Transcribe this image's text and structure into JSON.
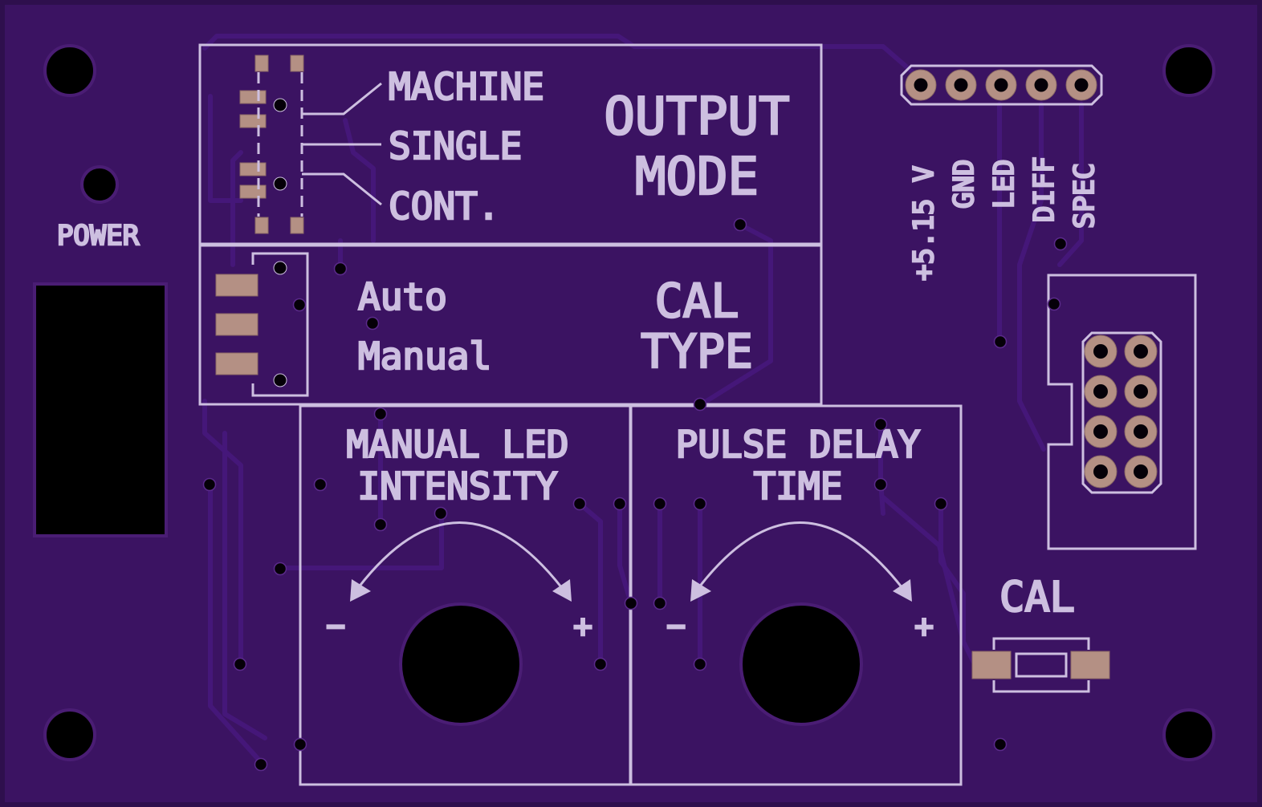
{
  "board": {
    "colors": {
      "substrate": "#3b1362",
      "silkscreen": "#cdbfe0",
      "copper_pad": "#b49084",
      "hole": "#000000",
      "trace": "#46177a"
    },
    "labels": {
      "power": "POWER",
      "output_mode_line1": "OUTPUT",
      "output_mode_line2": "MODE",
      "mode_machine": "MACHINE",
      "mode_single": "SINGLE",
      "mode_cont": "CONT.",
      "cal_type_line1": "CAL",
      "cal_type_line2": "TYPE",
      "cal_auto": "Auto",
      "cal_manual": "Manual",
      "led_line1": "MANUAL LED",
      "led_line2": "INTENSITY",
      "delay_line1": "PULSE DELAY",
      "delay_line2": "TIME",
      "minus": "−",
      "plus": "+",
      "cal_button": "CAL",
      "header_pins": [
        "+5.15 V",
        "GND",
        "LED",
        "DIFF",
        "SPEC"
      ]
    }
  }
}
